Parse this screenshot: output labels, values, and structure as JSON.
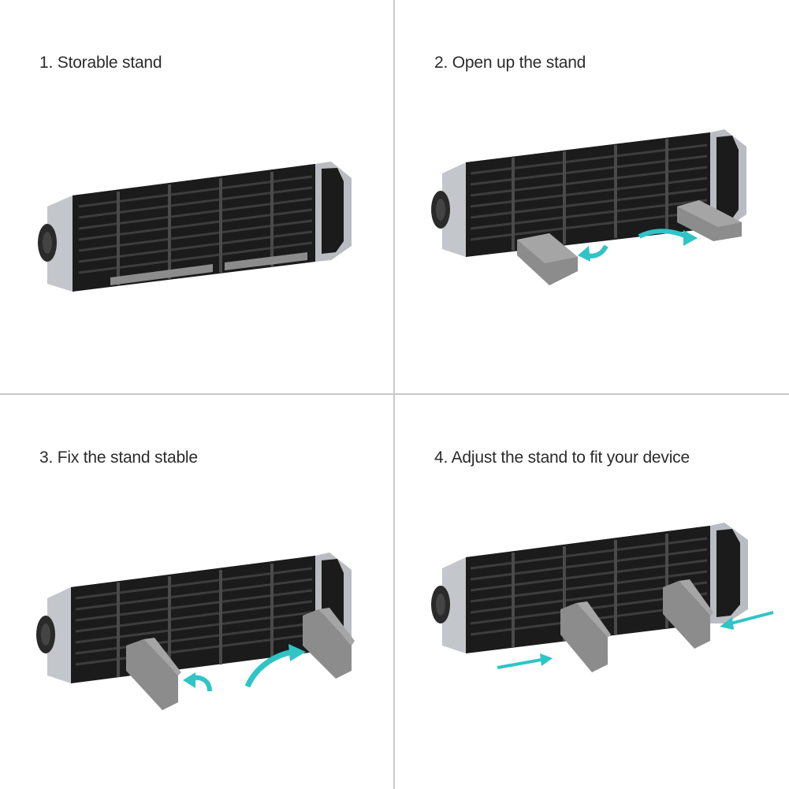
{
  "steps": [
    {
      "number": "1.",
      "label": "Storable stand"
    },
    {
      "number": "2.",
      "label": "Open up the stand"
    },
    {
      "number": "3.",
      "label": "Fix the stand stable"
    },
    {
      "number": "4.",
      "label": "Adjust the stand to fit your device"
    }
  ],
  "colors": {
    "fan_body": "#1b1b1b",
    "fan_cap": "#b9bcc0",
    "stand": "#8c8c8c",
    "arrow": "#2fc4c6"
  }
}
